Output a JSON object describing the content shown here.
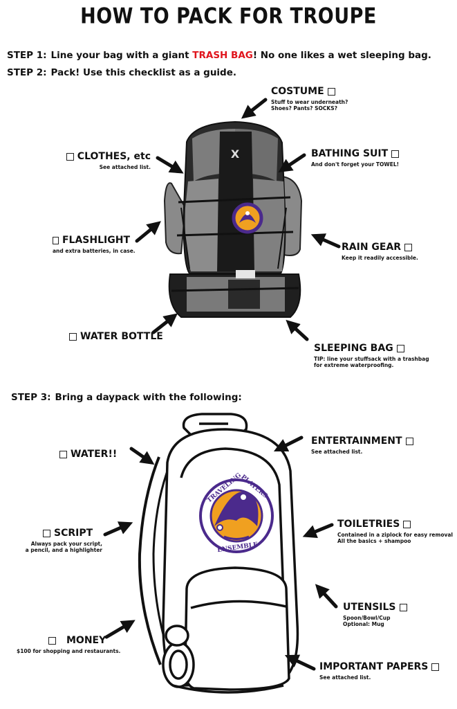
{
  "title": "HOW TO PACK FOR TROUPE",
  "steps": {
    "step1_label": "STEP 1:",
    "step1_pre": "Line your bag with a giant",
    "step1_red": "TRASH BAG",
    "step1_post": "! No one likes a wet sleeping bag.",
    "step2_label": "STEP 2:",
    "step2_text": "Pack! Use this checklist as a guide.",
    "step3_label": "STEP 3:",
    "step3_text": "Bring a daypack with the following:"
  },
  "backpack_items": {
    "costume": {
      "title": "COSTUME",
      "sub1": "Stuff to wear underneath?",
      "sub2": "Shoes? Pants? SOCKS?"
    },
    "clothes": {
      "title": "CLOTHES, etc",
      "sub1": "See attached list."
    },
    "bathing_suit": {
      "title": "BATHING SUIT",
      "sub1": "And don't forget your TOWEL!"
    },
    "flashlight": {
      "title": "FLASHLIGHT",
      "sub1": "and extra batteries, in case."
    },
    "rain_gear": {
      "title": "RAIN GEAR",
      "sub1": "Keep it readily accessible."
    },
    "water_bottle": {
      "title": "WATER BOTTLE"
    },
    "sleeping_bag": {
      "title": "SLEEPING BAG",
      "sub1": "TIP: line your stuffsack with a trashbag",
      "sub2": "for extreme waterproofing."
    }
  },
  "daypack_items": {
    "water": {
      "title": "WATER!!"
    },
    "entertainment": {
      "title": "ENTERTAINMENT",
      "sub1": "See attached list."
    },
    "script": {
      "title": "SCRIPT",
      "sub1": "Always pack your script,",
      "sub2": "a pencil, and a highlighter"
    },
    "toiletries": {
      "title": "TOILETRIES",
      "sub1": "Contained in a ziplock for easy removal",
      "sub2": "All the basics + shampoo"
    },
    "utensils": {
      "title": "UTENSILS",
      "sub1": "Spoon/Bowl/Cup",
      "sub2": "Optional: Mug"
    },
    "money": {
      "title": "MONEY",
      "sub1": "$100 for shopping and restaurants."
    },
    "important_papers": {
      "title": "IMPORTANT PAPERS",
      "sub1": "See attached list."
    }
  },
  "logo": {
    "top_left": "TRAVELING",
    "top_right": "PLAYERS",
    "bottom": "ENSEMBLE"
  },
  "colors": {
    "accent_red": "#e0141c",
    "logo_purple": "#4b2a8c",
    "logo_gold": "#f0a020"
  }
}
